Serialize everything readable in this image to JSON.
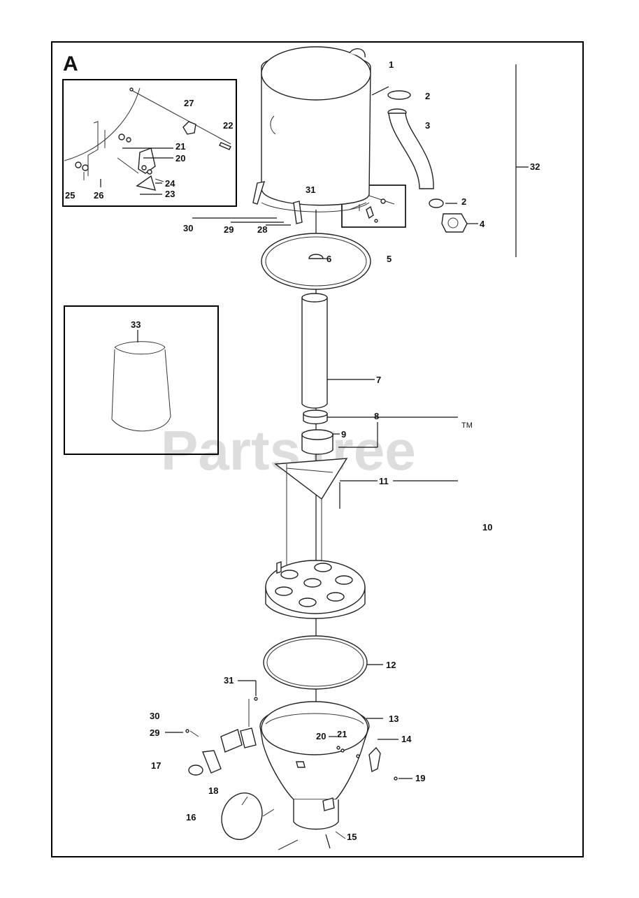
{
  "section_letter": "A",
  "watermark": {
    "text": "PartsTree",
    "tm": "TM"
  },
  "callouts": {
    "c1": "1",
    "c2a": "2",
    "c3": "3",
    "c2b": "2",
    "c4": "4",
    "c32": "32",
    "c31a": "31",
    "c5": "5",
    "c6": "6",
    "c30a": "30",
    "c29a": "29",
    "c28": "28",
    "c27": "27",
    "c22": "22",
    "c21a": "21",
    "c20a": "20",
    "c24": "24",
    "c23": "23",
    "c25": "25",
    "c26": "26",
    "c33": "33",
    "c7": "7",
    "c8": "8",
    "c9": "9",
    "c11": "11",
    "c10": "10",
    "c12": "12",
    "c31b": "31",
    "c30b": "30",
    "c29b": "29",
    "c13": "13",
    "c20b": "20",
    "c21b": "21",
    "c14": "14",
    "c17": "17",
    "c19": "19",
    "c18": "18",
    "c16": "16",
    "c15": "15"
  }
}
